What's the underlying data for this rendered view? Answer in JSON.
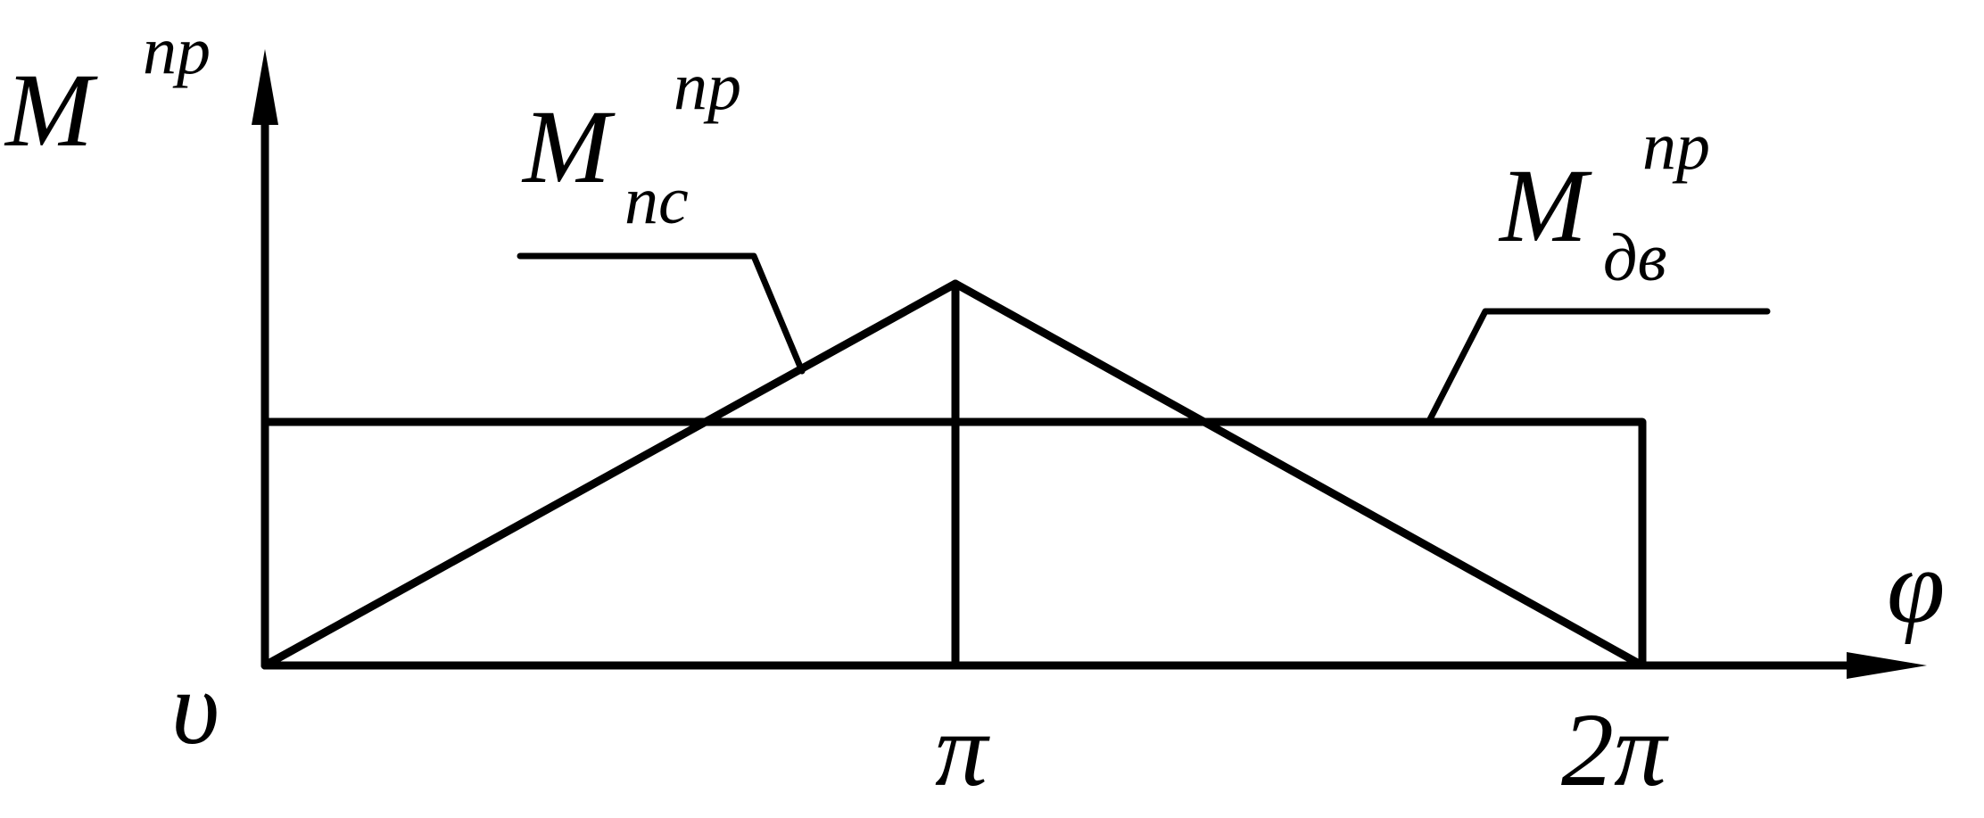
{
  "diagram": {
    "y_axis": {
      "main": "M",
      "superscript": "пр"
    },
    "x_axis": {
      "label": "φ"
    },
    "origin_label": "υ",
    "ticks": [
      "π",
      "2π"
    ],
    "curves": [
      {
        "main": "M",
        "superscript": "пр",
        "subscript": "пс"
      },
      {
        "main": "M",
        "superscript": "пр",
        "subscript": "дв"
      }
    ]
  }
}
